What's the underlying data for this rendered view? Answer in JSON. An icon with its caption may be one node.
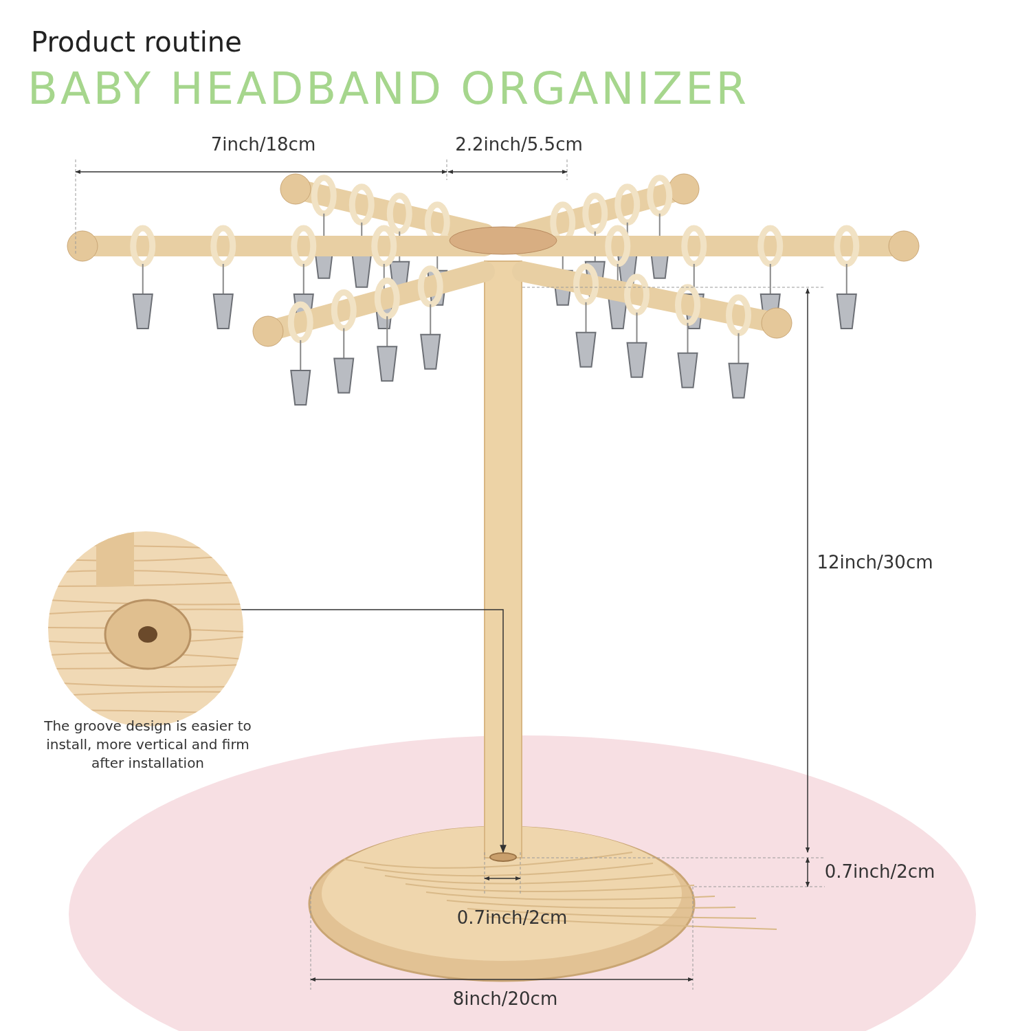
{
  "diagram": {
    "title": "BABY HEADBAND ORGANIZER",
    "nodes": [
      {
        "text": [],
        "shape": "picture",
        "beside": [
          "The groove design is easier to install, more vertical and firm after installation"
        ]
      },
      {
        "text": [],
        "shape": "circle"
      }
    ],
    "edges": [
      {
        "from": 0,
        "to": 1,
        "arrow": "to"
      }
    ],
    "labels": [
      "Product routine",
      "7inch/18cm",
      "2.2inch/5.5cm",
      "12inch/30cm",
      "0.7inch/2cm",
      "0.7inch/2cm",
      "8inch/20cm"
    ]
  }
}
